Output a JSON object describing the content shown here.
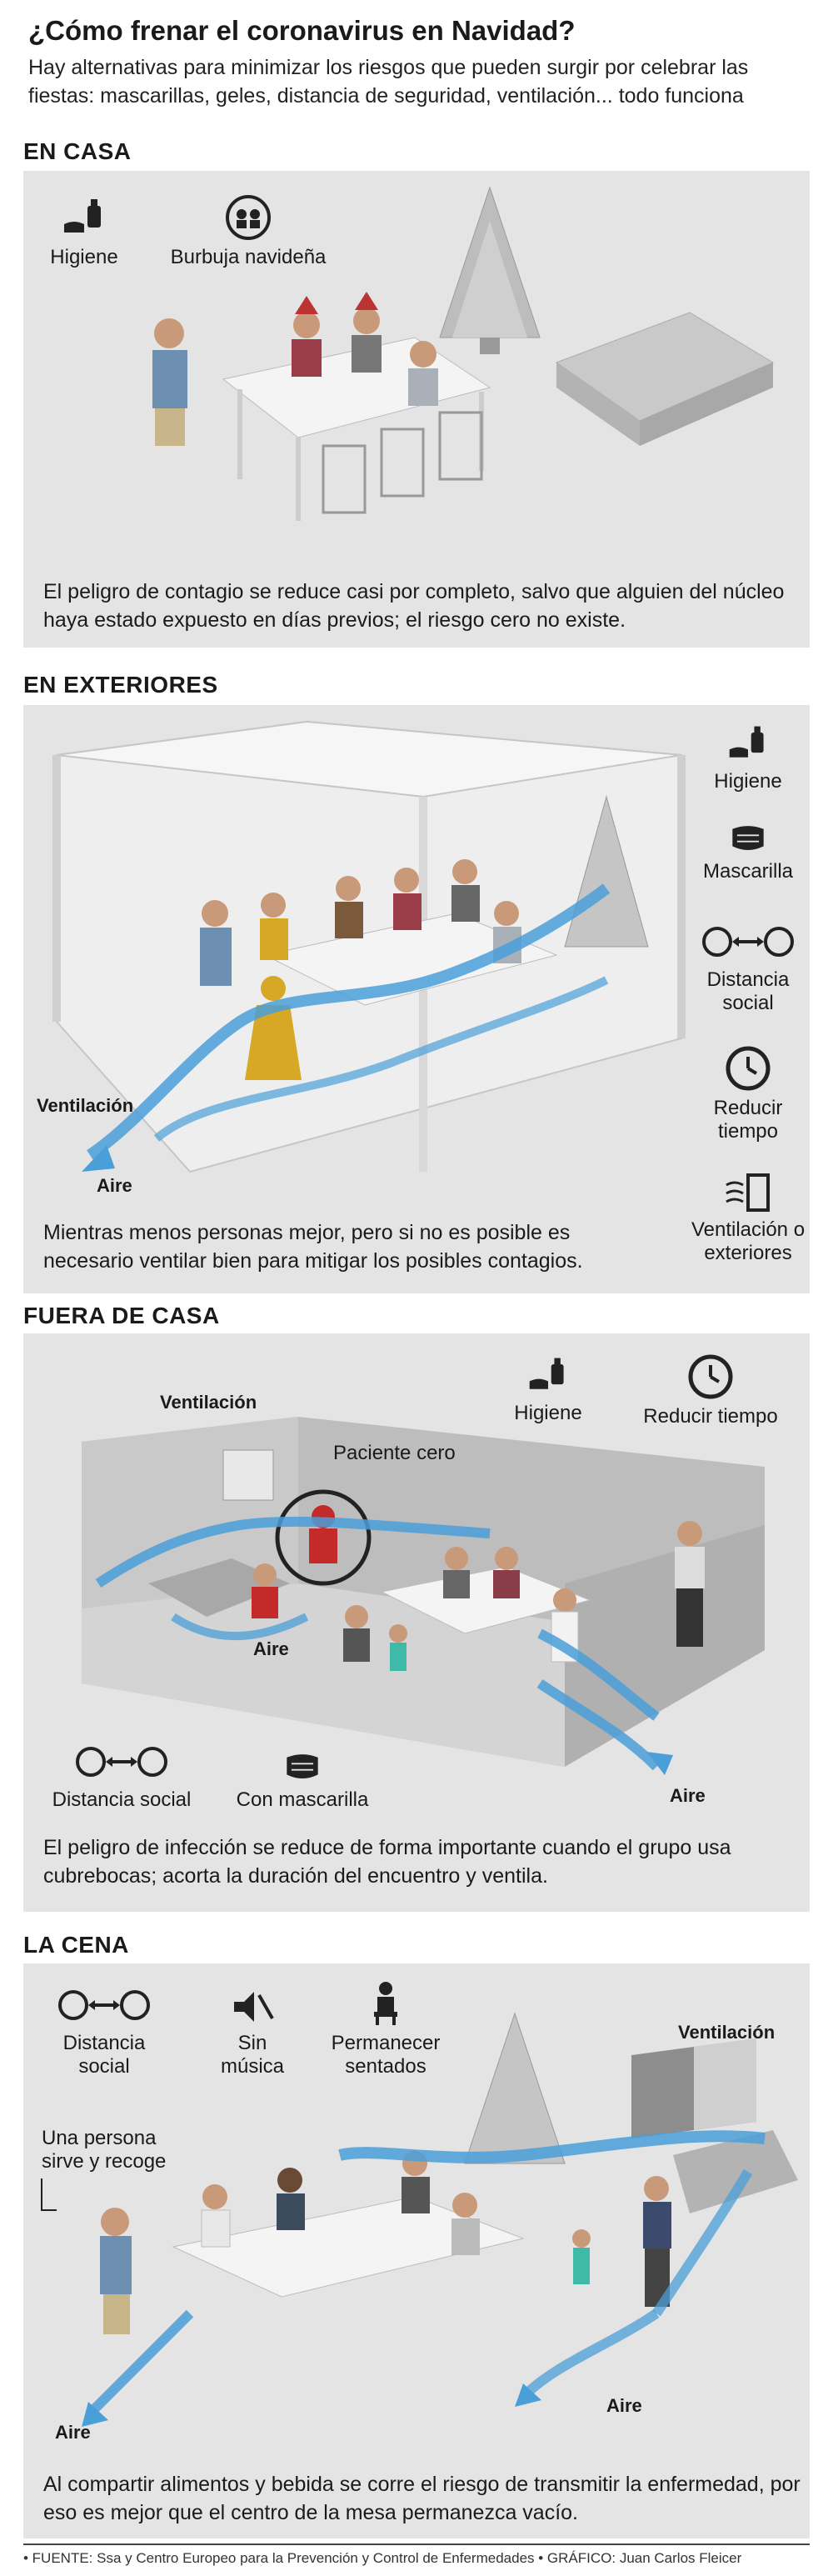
{
  "header": {
    "title": "¿Cómo frenar el coronavirus en Navidad?",
    "subtitle": "Hay alternativas para minimizar los riesgos que pueden surgir por celebrar las fiestas: mascarillas, geles, distancia de seguridad, ventilación... todo funciona"
  },
  "sections": {
    "en_casa": {
      "heading": "EN CASA",
      "icons": [
        "Higiene",
        "Burbuja navideña"
      ],
      "caption": "El peligro de contagio se reduce casi por completo, salvo que alguien del núcleo haya estado expuesto en días previos; el riesgo cero no existe."
    },
    "exteriores": {
      "heading": "EN EXTERIORES",
      "icons": [
        "Higiene",
        "Mascarilla",
        "Distancia social",
        "Reducir tiempo",
        "Ventilación o exteriores"
      ],
      "labels": {
        "ventilacion": "Ventilación",
        "aire": "Aire"
      },
      "caption": "Mientras menos personas mejor, pero si no es posible es necesario ventilar bien para mitigar los posibles contagios."
    },
    "fuera": {
      "heading": "FUERA DE CASA",
      "icons": [
        "Higiene",
        "Reducir tiempo",
        "Distancia social",
        "Con mascarilla"
      ],
      "labels": {
        "ventilacion": "Ventilación",
        "paciente": "Paciente cero",
        "aire1": "Aire",
        "aire2": "Aire"
      },
      "caption": "El peligro de infección se reduce de forma importante cuando el grupo usa cubrebocas; acorta la duración del encuentro y ventila."
    },
    "cena": {
      "heading": "LA CENA",
      "icons": [
        "Distancia social",
        "Sin música",
        "Permanecer sentados"
      ],
      "labels": {
        "ventilacion": "Ventilación",
        "sirve": "Una persona sirve y recoge",
        "aire1": "Aire",
        "aire2": "Aire"
      },
      "caption": "Al compartir alimentos y bebida se corre el riesgo de transmitir la enfermedad, por eso es mejor que el centro de la mesa permanezca vacío."
    }
  },
  "footer": "• FUENTE: Ssa y Centro Europeo para la Prevención y Control de Enfermedades • GRÁFICO: Juan Carlos Fleicer",
  "colors": {
    "panel": "#e4e4e4",
    "airflow": "#4a9fd8",
    "text": "#1a1a1a"
  }
}
